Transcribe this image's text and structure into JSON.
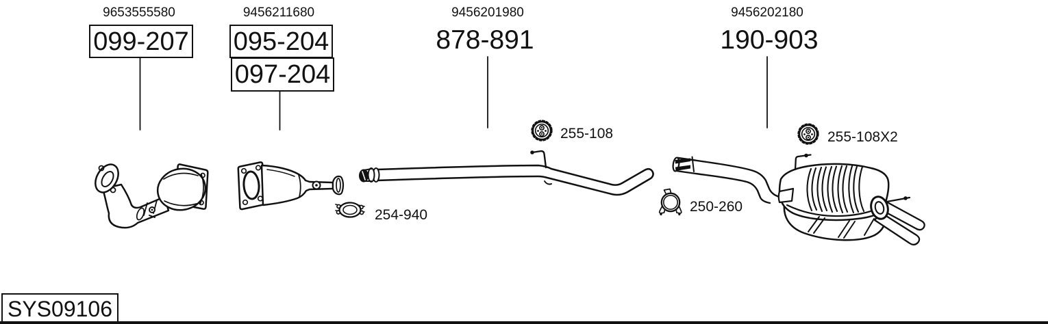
{
  "oem_numbers": [
    "9653555580",
    "9456211680",
    "9456201980",
    "9456202180"
  ],
  "part_numbers": {
    "front_pipe": "099-207",
    "catalyst_option_a": "095-204",
    "catalyst_option_b": "097-204",
    "center_pipe": "878-891",
    "rear_muffler": "190-903"
  },
  "mounting_parts": {
    "center_pipe_hanger": "255-108",
    "front_clamp": "254-940",
    "rear_clamp": "250-260",
    "rear_hanger": "255-108X2"
  },
  "system_code": "SYS09106",
  "icons": {
    "center_pipe_hanger": "rubber-hanger-icon",
    "front_clamp": "double-bolt-clamp-icon",
    "rear_clamp": "band-clamp-icon",
    "rear_hanger": "rubber-hanger-icon"
  },
  "colors": {
    "ink": "#111111",
    "background": "#ffffff"
  }
}
